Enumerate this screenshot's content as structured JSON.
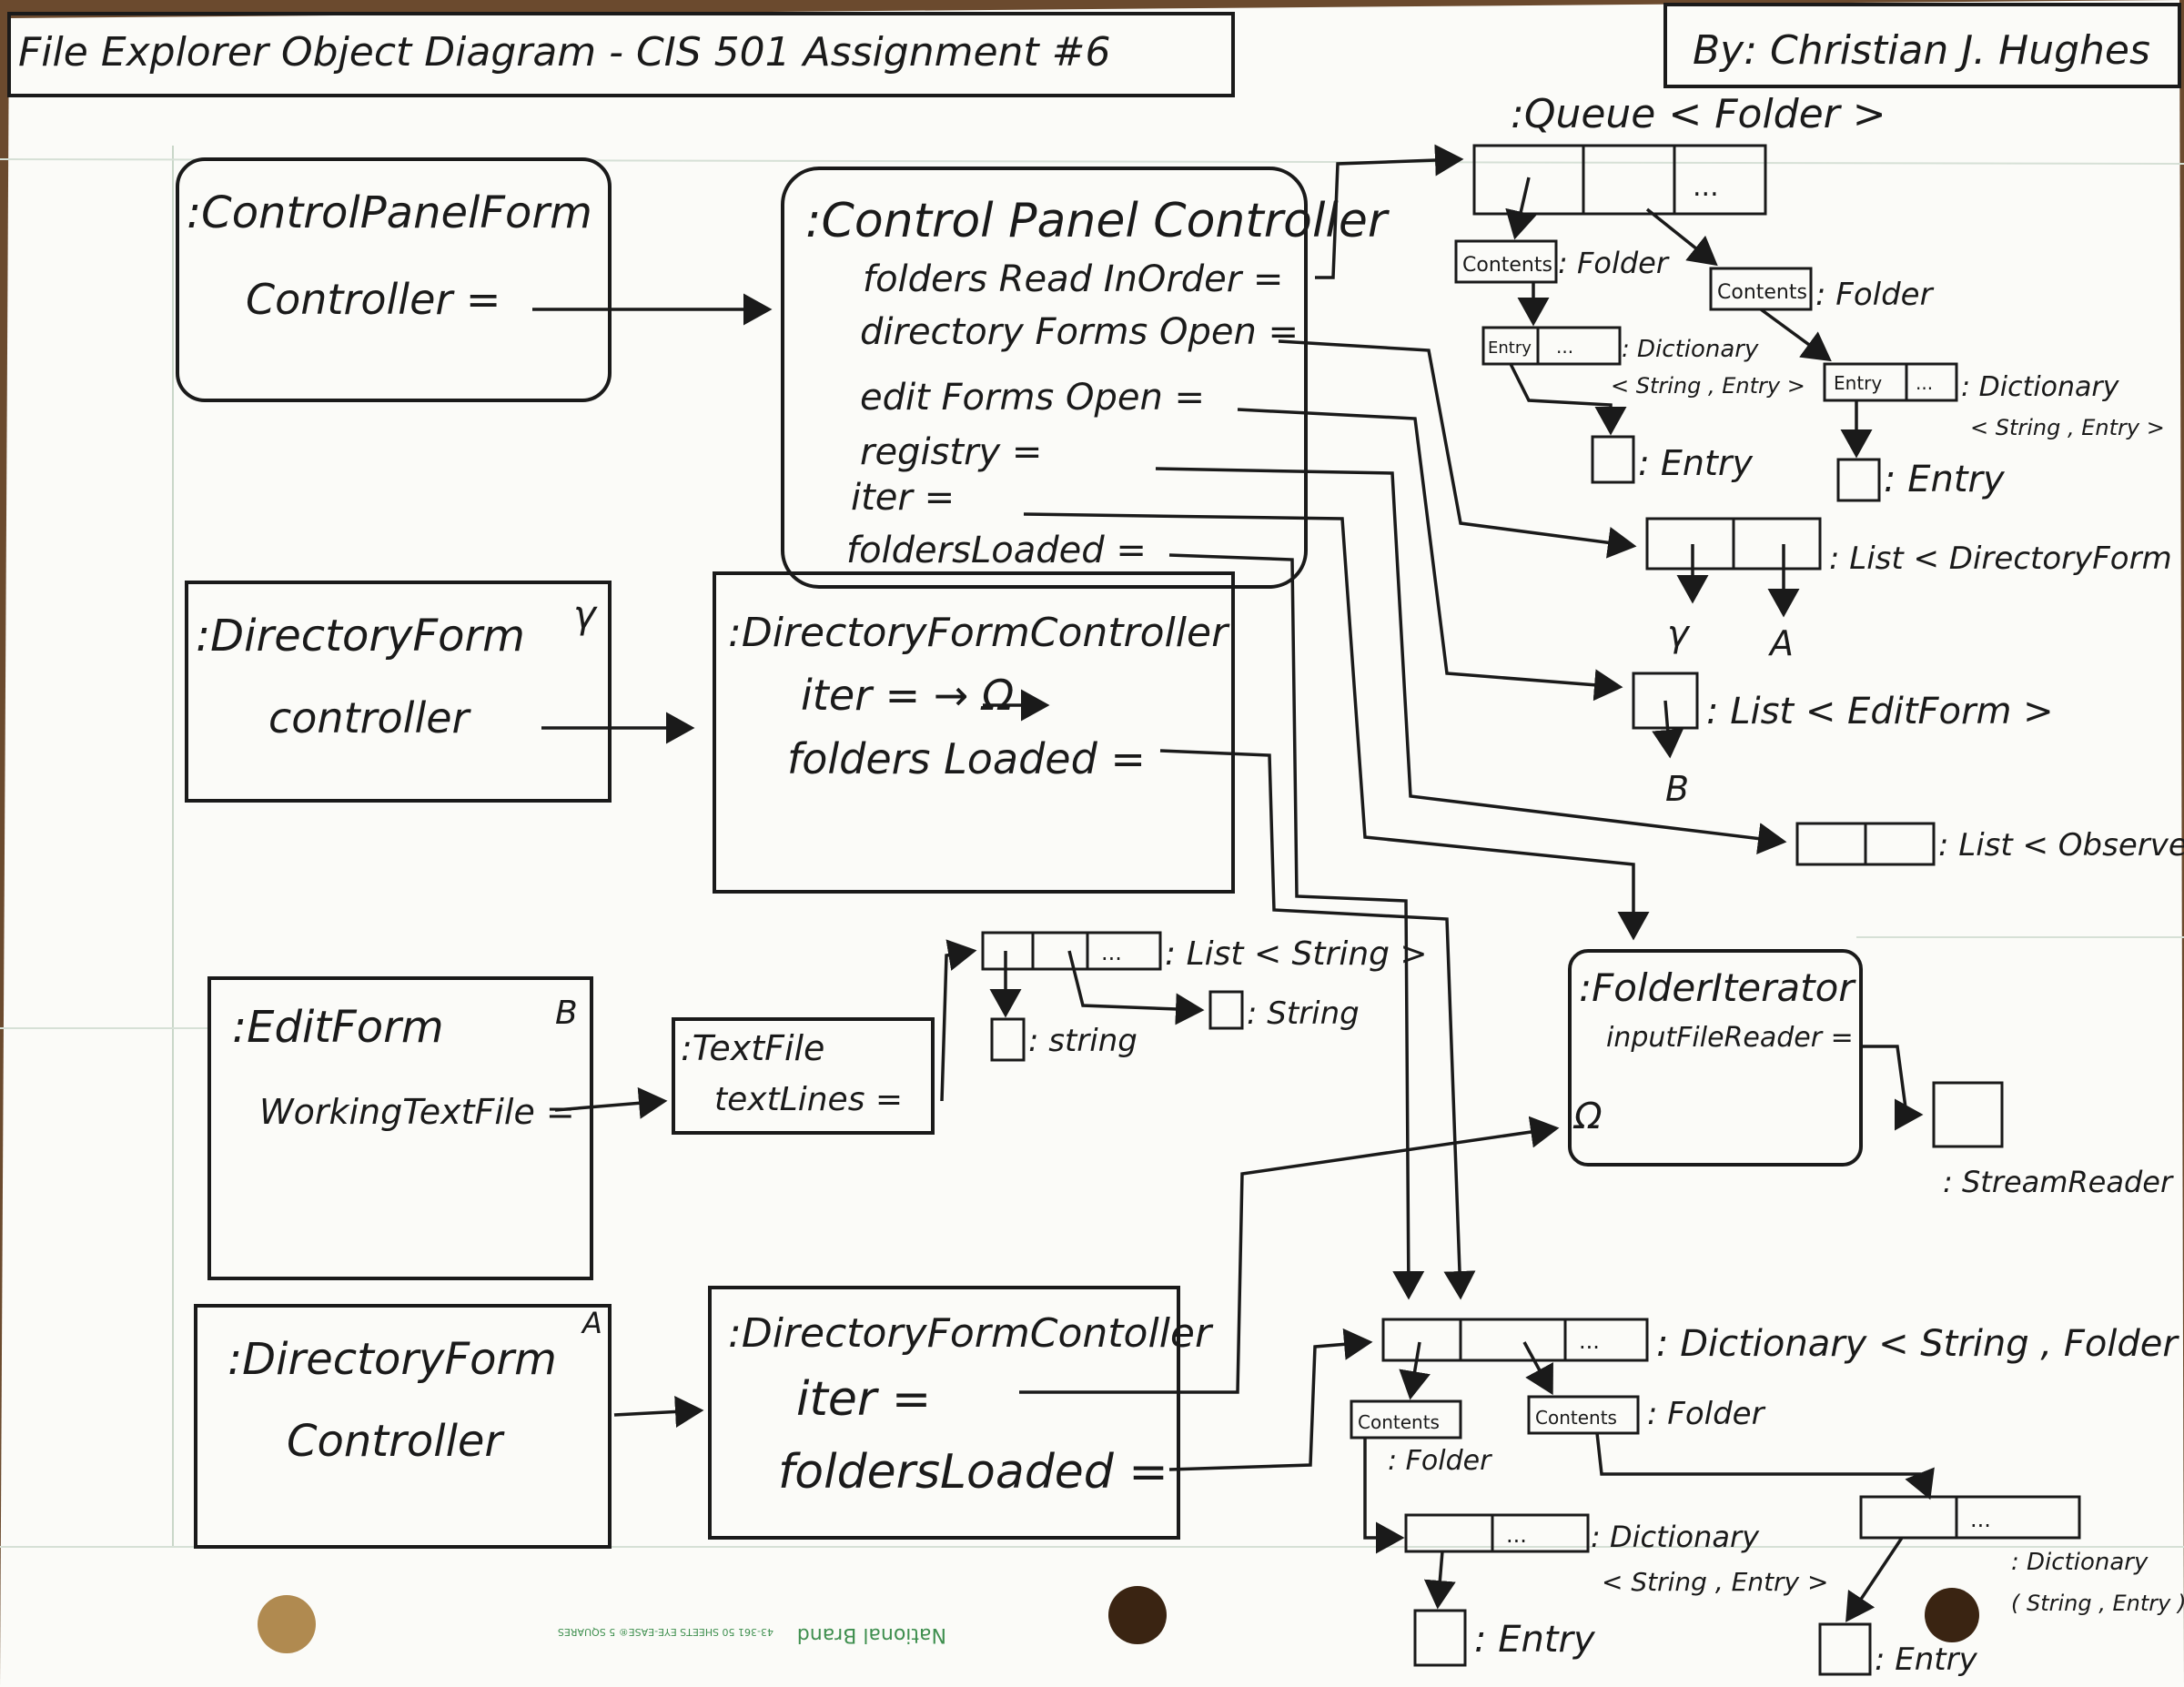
{
  "header": {
    "title": "File Explorer Object Diagram - CIS 501 Assignment #6",
    "author": "By: Christian J. Hughes"
  },
  "objects": {
    "cp_form": {
      "name": ":ControlPanelForm",
      "fields": [
        "Controller ="
      ]
    },
    "cp_controller": {
      "name": ":Control Panel Controller",
      "fields": [
        "folders Read InOrder =",
        "directory Forms Open =",
        "edit Forms Open =",
        "registry =",
        "iter =",
        "foldersLoaded ="
      ]
    },
    "dir_form_gamma": {
      "name": ":DirectoryForm",
      "marker": "γ",
      "fields": [
        "controller"
      ]
    },
    "dir_controller_1": {
      "name": ":DirectoryFormController",
      "fields": [
        "iter = → Ω",
        "folders Loaded ="
      ]
    },
    "edit_form": {
      "name": ":EditForm",
      "marker": "B",
      "fields": [
        "WorkingTextFile ="
      ]
    },
    "text_file": {
      "name": ":TextFile",
      "fields": [
        "textLines ="
      ]
    },
    "dir_form_a": {
      "name": ":DirectoryForm",
      "marker": "A",
      "fields": [
        "Controller"
      ]
    },
    "dir_controller_2": {
      "name": ":DirectoryFormContoller",
      "fields": [
        "iter =",
        "foldersLoaded ="
      ]
    },
    "folder_iterator": {
      "name": ":FolderIterator",
      "fields": [
        "inputFileReader ="
      ],
      "marker": "Ω"
    }
  },
  "collections": {
    "queue": {
      "label": ":Queue < Folder >",
      "cells": [
        "",
        "",
        "..."
      ]
    },
    "folder_1": {
      "field": "Contents",
      "label": ": Folder"
    },
    "folder_2": {
      "field": "Contents",
      "label": ": Folder"
    },
    "dict_1": {
      "cells": [
        "Entry",
        "..."
      ],
      "label": ": Dictionary",
      "label2": "< String , Entry >"
    },
    "dict_2": {
      "cells": [
        "Entry",
        "..."
      ],
      "label": ": Dictionary",
      "label2": "< String , Entry >"
    },
    "entry_1": {
      "label": ": Entry"
    },
    "entry_2": {
      "label": ": Entry"
    },
    "list_dirform": {
      "label": ": List < DirectoryForm >",
      "targets": [
        "γ",
        "A"
      ]
    },
    "list_editform": {
      "label": ": List < EditForm >",
      "targets": [
        "B"
      ]
    },
    "list_observer": {
      "label": ": List < Observer >"
    },
    "list_string": {
      "label": ": List < String >",
      "cells": [
        "",
        "",
        "..."
      ]
    },
    "string_1": {
      "label": ": string"
    },
    "string_2": {
      "label": ": String"
    },
    "stream_reader": {
      "label": ": StreamReader"
    },
    "dict_folder": {
      "label": ": Dictionary < String , Folder >",
      "cells": [
        "",
        "",
        "..."
      ]
    },
    "folder_3": {
      "field": "Contents",
      "label": ": Folder"
    },
    "folder_4": {
      "field": "Contents",
      "label": ": Folder"
    },
    "dict_3": {
      "label": ": Dictionary",
      "label2": "< String , Entry >",
      "cells": [
        "",
        "..."
      ]
    },
    "dict_4": {
      "label": ": Dictionary",
      "label2": "( String , Entry )",
      "cells": [
        "",
        "..."
      ]
    },
    "entry_3": {
      "label": ": Entry"
    },
    "entry_4": {
      "label": ": Entry"
    }
  },
  "paper": {
    "brand": "National Brand",
    "sku": "43-361 50 SHEETS EYE-EASE® 5 SQUARES"
  }
}
